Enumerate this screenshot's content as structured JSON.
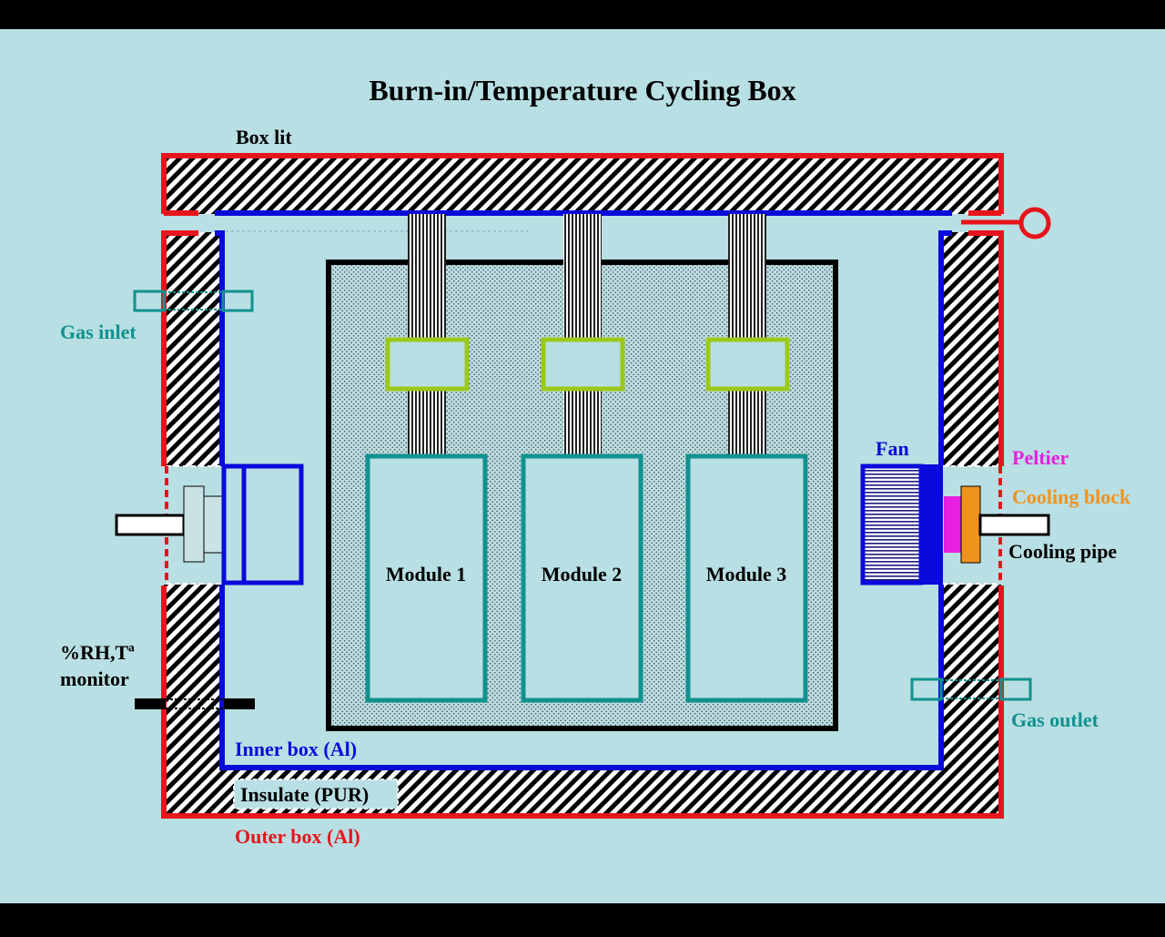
{
  "title": "Burn-in/Temperature Cycling Box",
  "labels": {
    "box_lit": "Box lit",
    "gas_inlet": "Gas inlet",
    "rh_line1": "%RH,Tª",
    "rh_line2": "monitor",
    "inner_box": "Inner box (Al)",
    "insulate": "Insulate (PUR)",
    "outer_box": "Outer box (Al)",
    "fan": "Fan",
    "peltier": "Peltier",
    "cooling_block": "Cooling block",
    "cooling_pipe": "Cooling pipe",
    "gas_outlet": "Gas outlet"
  },
  "modules": [
    {
      "label": "Module 1"
    },
    {
      "label": "Module 2"
    },
    {
      "label": "Module 3"
    }
  ],
  "colors": {
    "background": "#b8dfe3",
    "outer_box": "#e8141c",
    "inner_box": "#0a0adc",
    "gas_ports": "#10928f",
    "peltier": "#e81ee0",
    "cooling_block": "#f0931e",
    "connector": "#9cc818",
    "module_border": "#10928f"
  }
}
